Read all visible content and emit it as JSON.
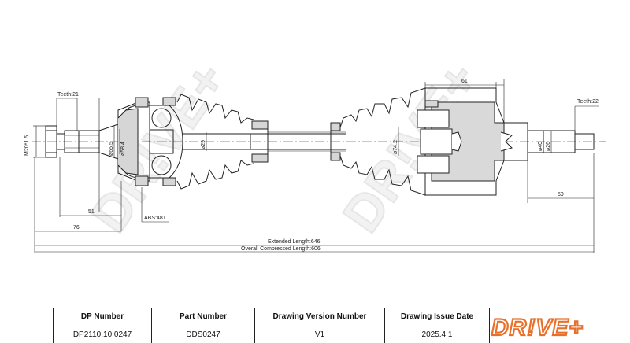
{
  "brand": {
    "logo_text": "DR!VE+",
    "accent": "#e8702a",
    "line_color": "#222222",
    "watermark_color": "#eeeeee"
  },
  "dimensions": {
    "teeth_left": "Teeth:21",
    "teeth_right": "Teeth:22",
    "thread": "M20*1.5",
    "d_65_5": "ø65.5",
    "d_58_4": "ø58.4",
    "d_29": "ø29",
    "d_74_2": "ø74.2",
    "d_40": "ø40",
    "d_26": "ø26",
    "len_51": "51",
    "len_76": "76",
    "len_61": "61",
    "len_59": "59",
    "abs": "ABS:48T",
    "extended_length": "Extended  Length:646",
    "compressed_length": "Overall  Compressed  Length:606"
  },
  "title_block": {
    "headers": [
      "DP Number",
      "Part Number",
      "Drawing Version Number",
      "Drawing Issue Date"
    ],
    "values": [
      "DP2110.10.0247",
      "DDS0247",
      "V1",
      "2025.4.1"
    ]
  }
}
